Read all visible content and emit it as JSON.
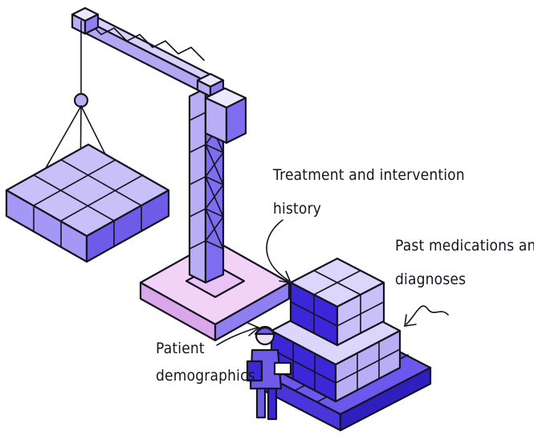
{
  "labels": {
    "treatment_line1": "Treatment and intervention",
    "treatment_line2": "history",
    "medications_line1": "Past medications and",
    "medications_line2": "diagnoses",
    "patient_line1": "Patient",
    "patient_line2": "demographics"
  },
  "icons": {
    "scene": "crane-loading-data-blocks-illustration"
  },
  "colors": {
    "ink": "#15131f",
    "light_violet": "#b9aef5",
    "mid_violet": "#8f7ff0",
    "deep_blue": "#3b27d8",
    "pink_base": "#e8b9f2"
  }
}
